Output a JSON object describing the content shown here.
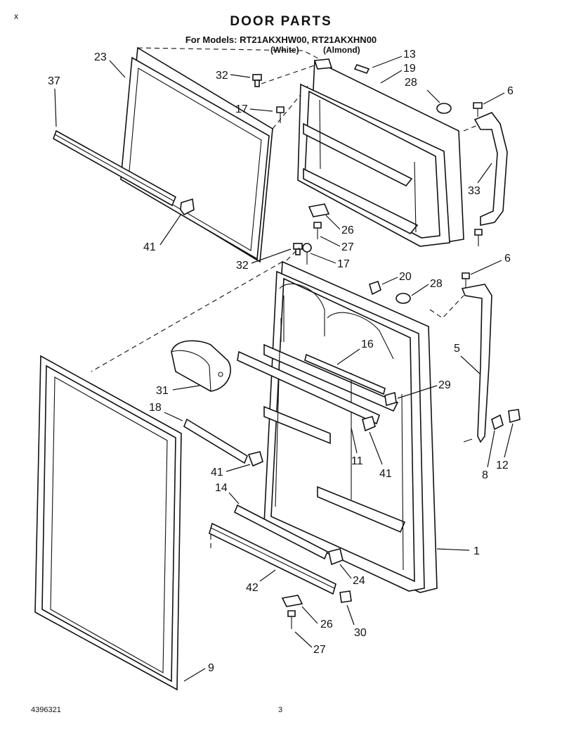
{
  "header": {
    "title": "DOOR PARTS",
    "subtitle": "For Models: RT21AKXHW00, RT21AKXHN00",
    "variant_white": "(White)",
    "variant_almond": "(Almond)"
  },
  "footer": {
    "doc_number": "4396321",
    "page_number": "3"
  },
  "callouts": [
    "23",
    "37",
    "32",
    "17",
    "13",
    "19",
    "28",
    "6",
    "33",
    "26",
    "27",
    "41",
    "32",
    "17",
    "20",
    "28",
    "6",
    "16",
    "5",
    "29",
    "31",
    "18",
    "41",
    "11",
    "41",
    "8",
    "12",
    "14",
    "1",
    "42",
    "24",
    "26",
    "30",
    "27",
    "9"
  ],
  "margin_mark": "x"
}
